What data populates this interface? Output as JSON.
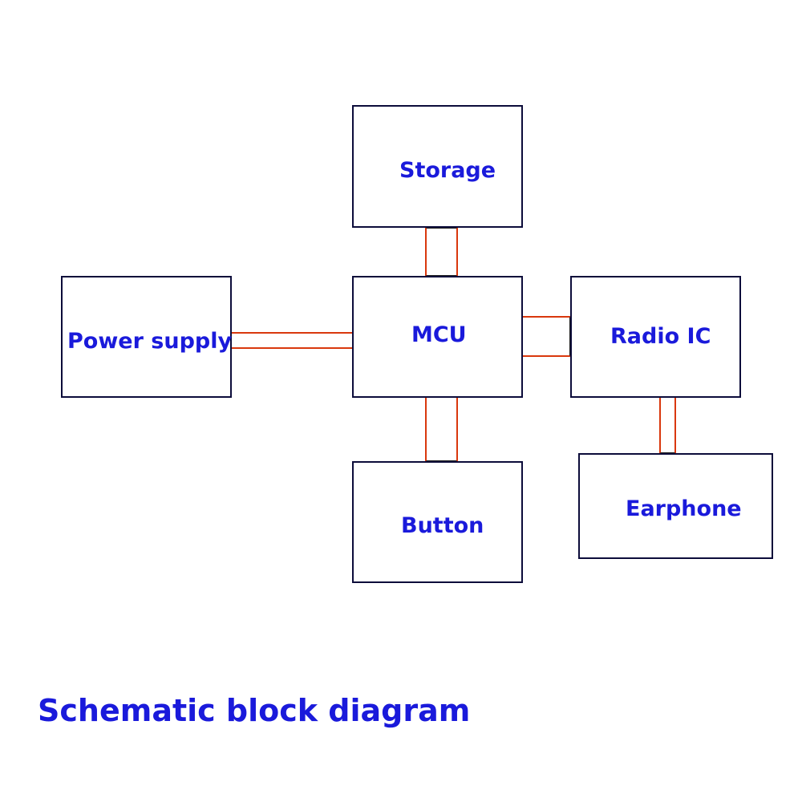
{
  "blocks": {
    "storage": "Storage",
    "power_supply": "Power supply",
    "mcu": "MCU",
    "radio_ic": "Radio IC",
    "button": "Button",
    "earphone": "Earphone"
  },
  "caption": "Schematic block diagram",
  "colors": {
    "label_text": "#1a1adb",
    "block_border": "#0c0c3a",
    "connector_border": "#d9380d"
  }
}
